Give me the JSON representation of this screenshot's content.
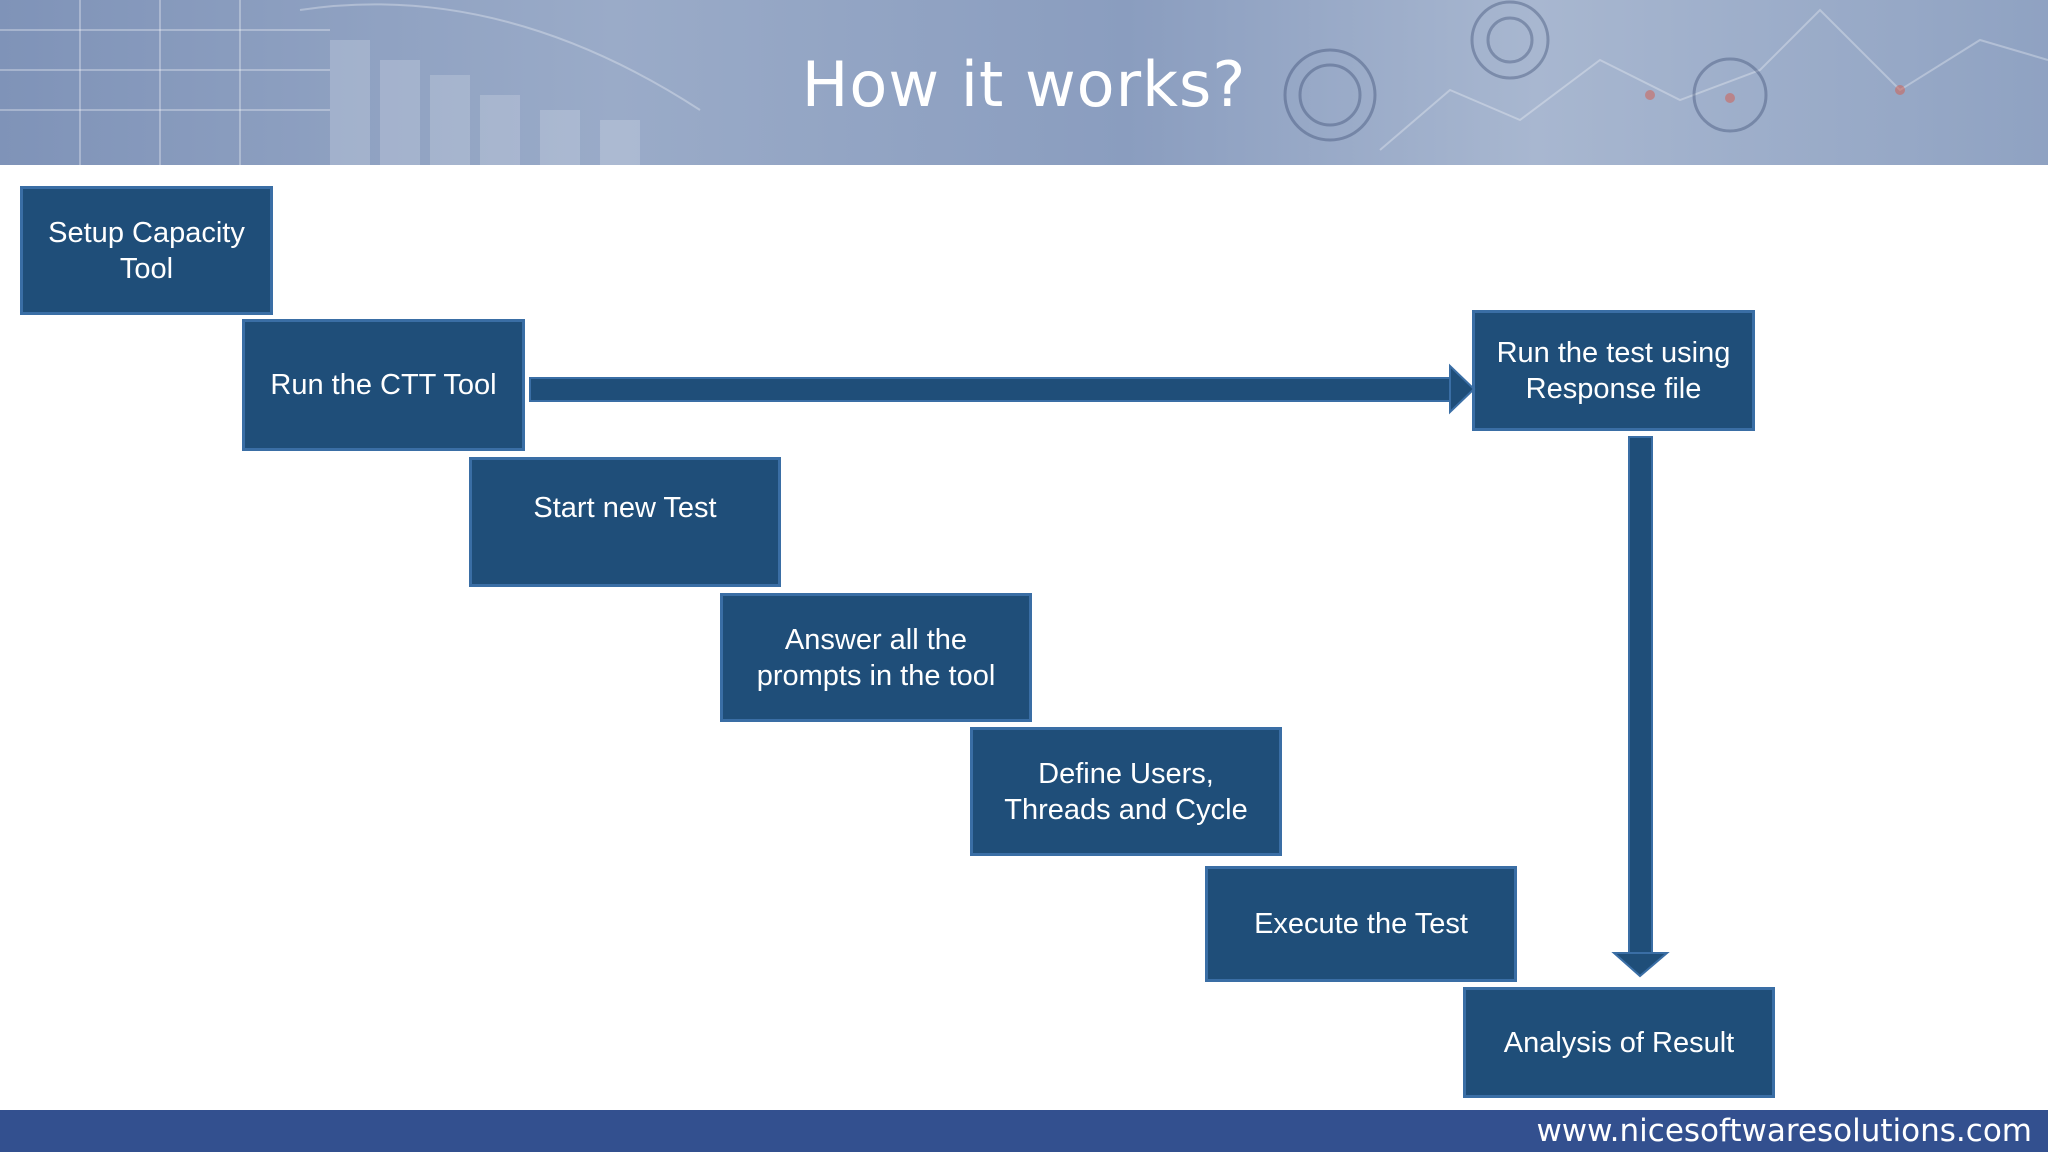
{
  "slide": {
    "title": "How it works?",
    "footer_url": "www.nicesoftwaresolutions.com"
  },
  "steps": [
    {
      "label": "Setup Capacity\nTool"
    },
    {
      "label": "Run the CTT Tool"
    },
    {
      "label": "Start new Test"
    },
    {
      "label": "Answer all the\nprompts in the tool"
    },
    {
      "label": "Define Users,\nThreads and Cycle"
    },
    {
      "label": "Execute the Test"
    },
    {
      "label": "Run the test using\nResponse file"
    },
    {
      "label": "Analysis of Result"
    }
  ],
  "colors": {
    "box_fill": "#1f4e79",
    "box_border": "#3a6ea5",
    "arrow": "#1f4e79",
    "footer": "#33508f"
  }
}
